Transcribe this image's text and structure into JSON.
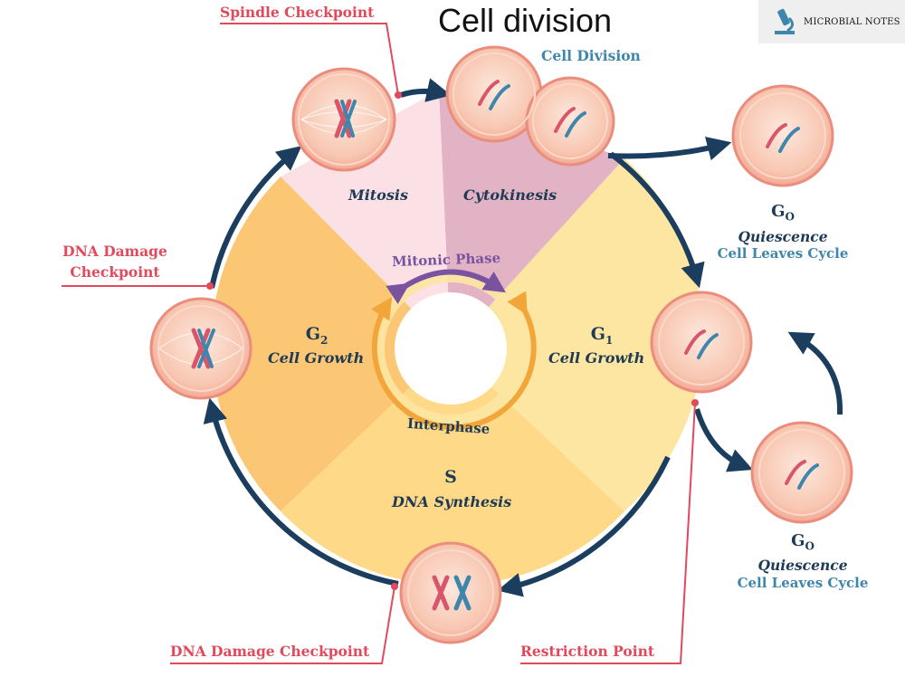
{
  "title": "Cell division",
  "logo": {
    "text": "MICROBIAL NOTES",
    "icon": "microscope-icon"
  },
  "phases": {
    "mitosis": "Mitosis",
    "cytokinesis": "Cytokinesis",
    "g1_title": "G",
    "g1_sub": "1",
    "g1_desc": "Cell Growth",
    "g2_title": "G",
    "g2_sub": "2",
    "g2_desc": "Cell Growth",
    "s_title": "S",
    "s_desc": "DNA Synthesis"
  },
  "inner": {
    "mitotic": "Mitonic Phase",
    "interphase": "Interphase"
  },
  "checkpoints": {
    "spindle": "Spindle Checkpoint",
    "dna_left_1": "DNA Damage",
    "dna_left_2": "Checkpoint",
    "dna_bottom": "DNA Damage Checkpoint",
    "restriction": "Restriction Point"
  },
  "cell_division": "Cell Division",
  "g0_top": {
    "title": "G",
    "sub": "O",
    "line1": "Quiescence",
    "line2": "Cell Leaves Cycle"
  },
  "g0_bottom": {
    "title": "G",
    "sub": "O",
    "line1": "Quiescence",
    "line2": "Cell Leaves Cycle"
  },
  "colors": {
    "pink": "#fbe0e5",
    "mauve": "#e2b3c4",
    "yellow": "#fde6a2",
    "orange": "#fbc775",
    "sfill": "#fdd988",
    "navy": "#1b3d5e",
    "red": "#e04a5a",
    "blue": "#3f86ad",
    "purple": "#7a53a0",
    "ring_orange": "#f2a63a",
    "cell": "#f8bfa8",
    "cell_edge": "#ea8d7d"
  }
}
